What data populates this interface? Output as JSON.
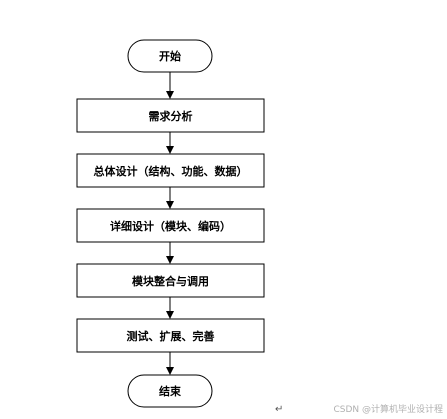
{
  "flowchart": {
    "start_label": "开始",
    "steps": [
      "需求分析",
      "总体设计（结构、功能、数据）",
      "详细设计（模块、编码）",
      "模块整合与调用",
      "测试、扩展、完善"
    ],
    "end_label": "结束"
  },
  "watermark": "CSDN @计算机毕业设计程",
  "return_mark": "↵"
}
